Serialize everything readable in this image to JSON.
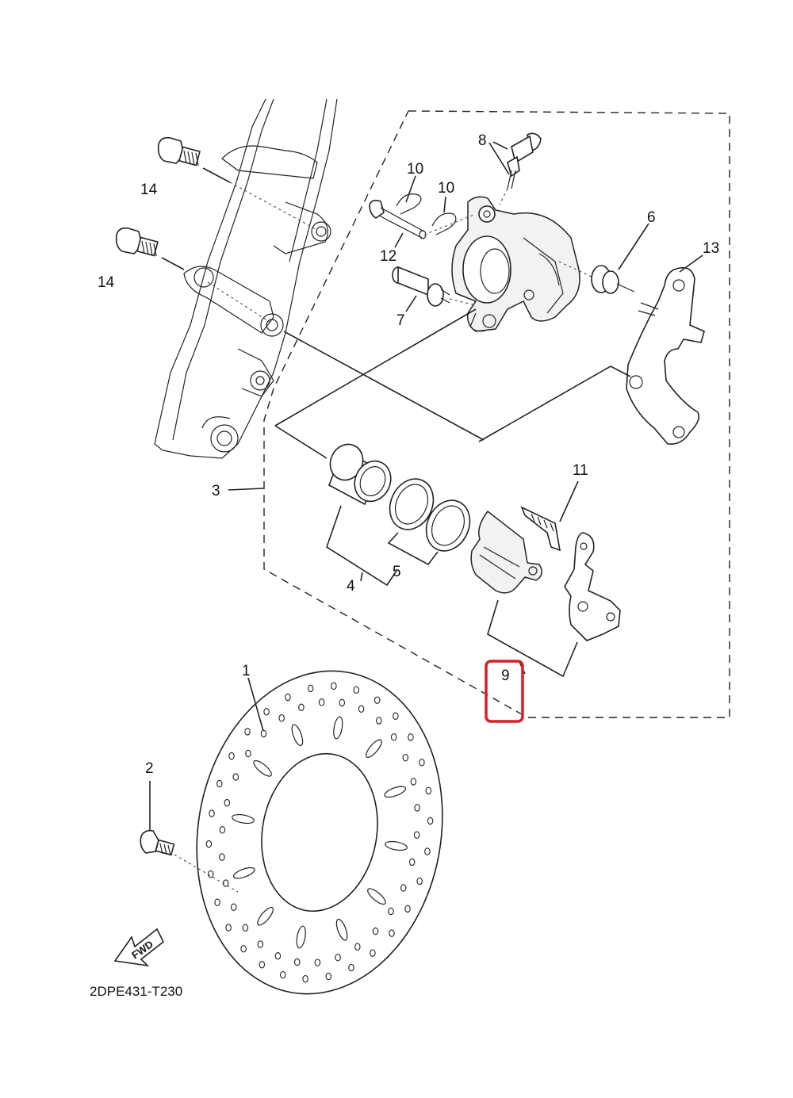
{
  "diagram": {
    "part_code": "2DPE431-T230",
    "fwd_text": "FWD",
    "highlight_color": "#d61f26",
    "labels": {
      "p1": "1",
      "p2": "2",
      "p3": "3",
      "p4": "4",
      "p5": "5",
      "p6": "6",
      "p7": "7",
      "p8": "8",
      "p9": "9",
      "p10a": "10",
      "p10b": "10",
      "p11": "11",
      "p12": "12",
      "p13": "13",
      "p14a": "14",
      "p14b": "14"
    }
  }
}
